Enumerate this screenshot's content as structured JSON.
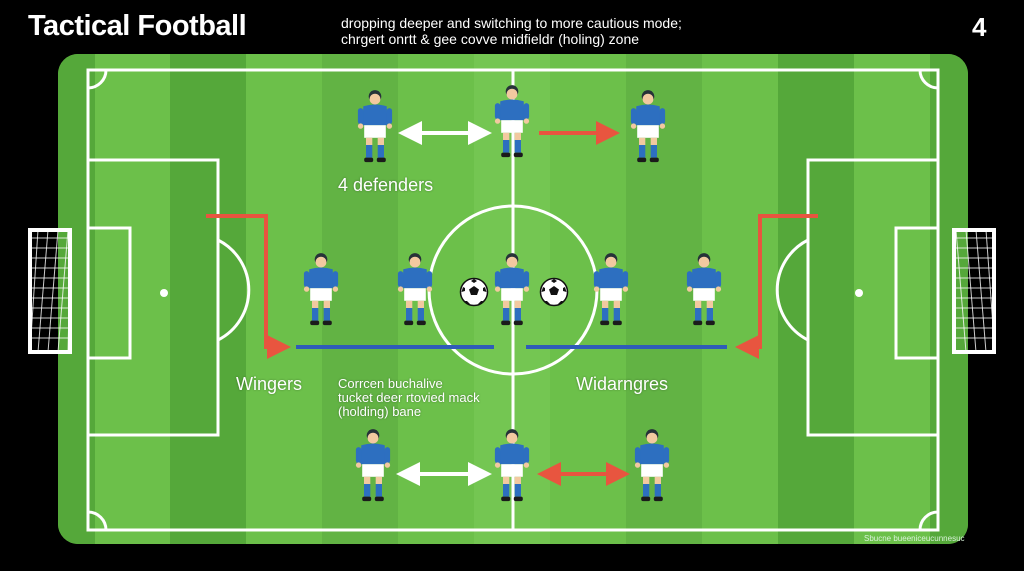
{
  "header": {
    "title": "Tactical Football",
    "subtitle_line1": "dropping deeper and switching to more cautious mode;",
    "subtitle_line2": "chrgert onrtt & gee covve midfieldr (holing) zone",
    "page_number": "4"
  },
  "labels": {
    "defenders": "4 defenders",
    "wingers": "Wingers",
    "wide": "Widarngres",
    "note": "Corrcen buchalive\ntucket deer rtovied mack\n(holding) bane",
    "credit": "Sbucne bueeniceucunnesuc"
  },
  "colors": {
    "pitch_light": "#6cc04a",
    "pitch_dark": "#55a83a",
    "line": "#ffffff",
    "arrow_red": "#e8553f",
    "arrow_blue": "#2f5cb8",
    "shirt": "#2d6fc0",
    "shorts": "#ffffff",
    "socks": "#2d6fc0"
  },
  "icons": {
    "player": "player-figure-icon",
    "ball": "soccer-ball-icon",
    "goal": "goal-net-icon"
  }
}
